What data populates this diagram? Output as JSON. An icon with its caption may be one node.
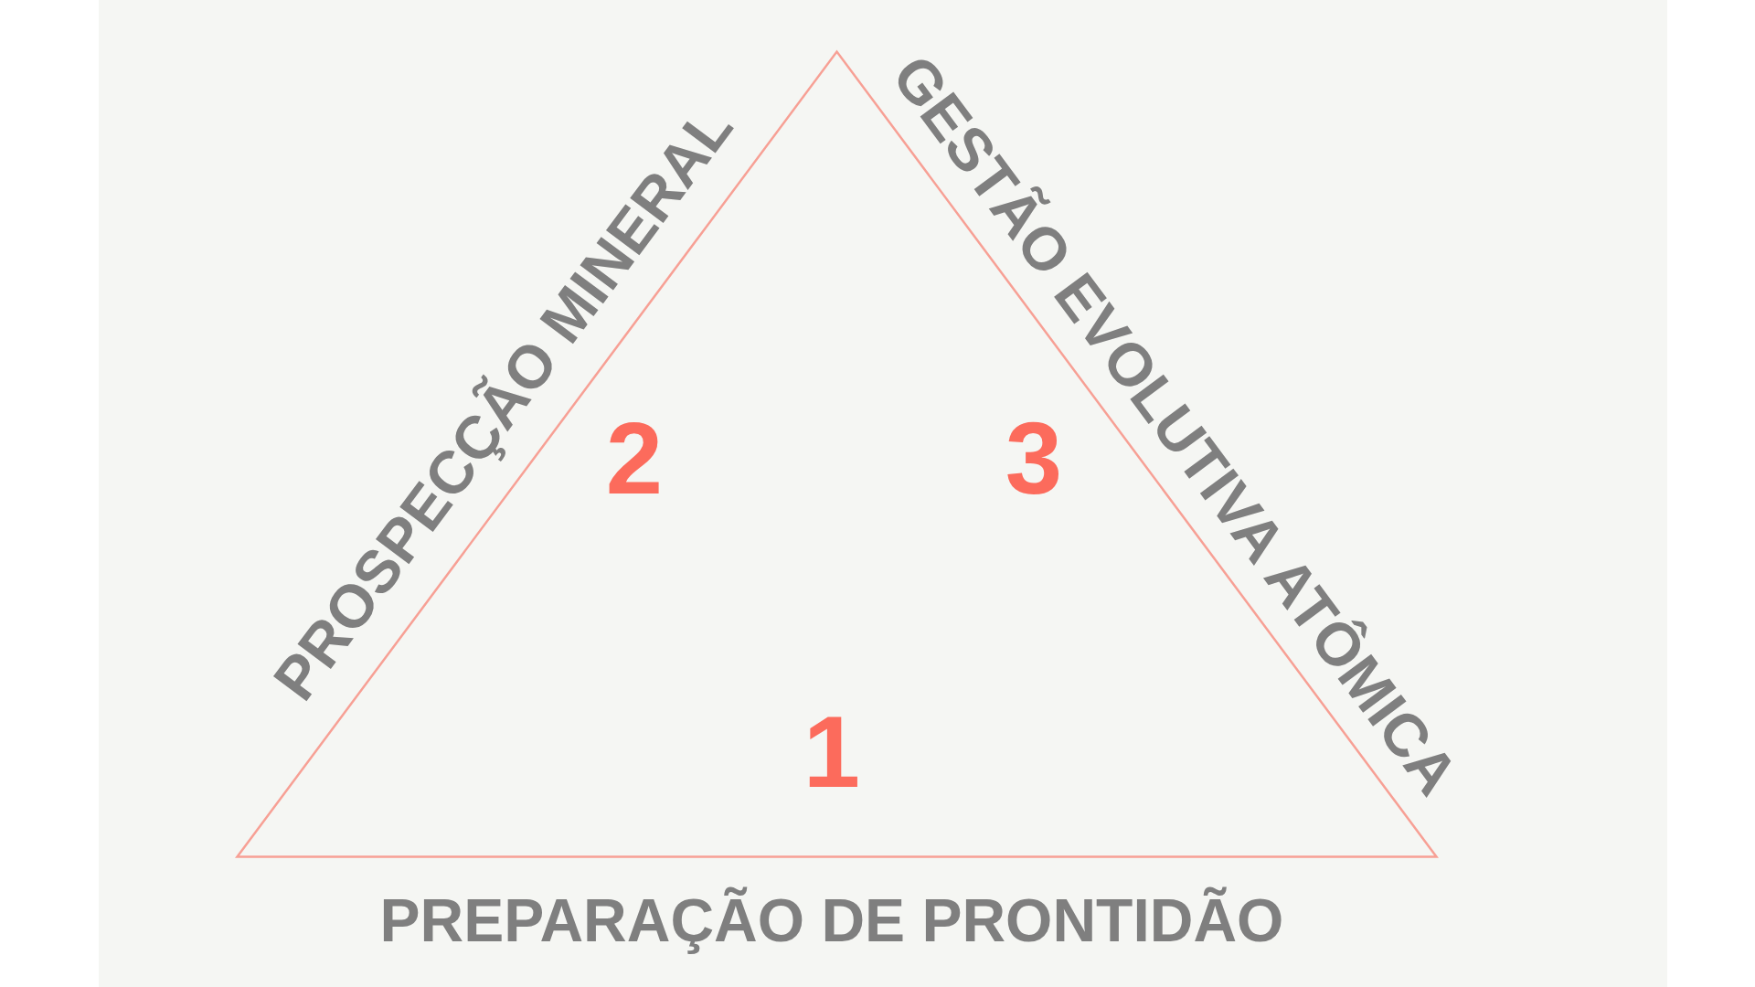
{
  "diagram": {
    "nodes": [
      {
        "text": [
          "2",
          "3",
          "1"
        ],
        "beside": [
          "PROSPECÇÃO MINERAL",
          "GESTÃO EVOLUTIVA ATÔMICA",
          "PREPARAÇÃO DE PRONTIDÃO"
        ]
      }
    ]
  }
}
